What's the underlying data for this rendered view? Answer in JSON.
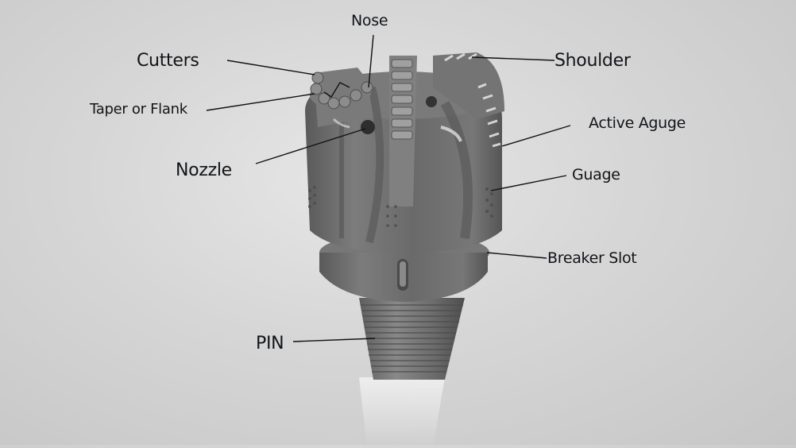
{
  "diagram": {
    "subject": "PDC drill bit",
    "colors": {
      "background": "#d4d4d4",
      "body": "#6e6e6e",
      "body_light": "#8a8a8a",
      "body_dark": "#4a4a4a",
      "label_text": "#111418",
      "leader_line": "#111111"
    },
    "labels": {
      "nose": "Nose",
      "cutters": "Cutters",
      "shoulder": "Shoulder",
      "taper_or_flank": "Taper or Flank",
      "active_gauge": "Active Aguge",
      "nozzle": "Nozzle",
      "gauge": "Guage",
      "breaker_slot": "Breaker Slot",
      "pin": "PIN"
    }
  }
}
